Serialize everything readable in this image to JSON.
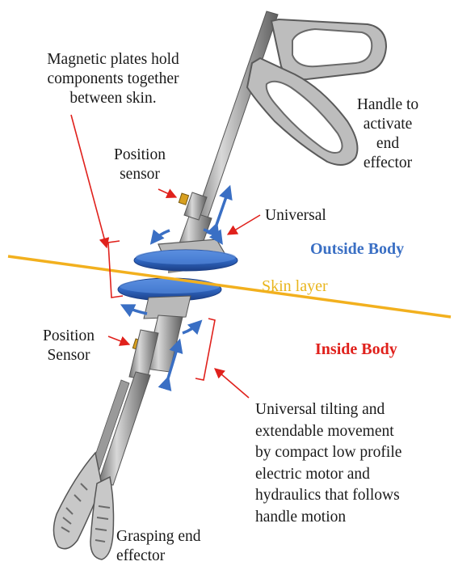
{
  "labels": {
    "magnetic_plates": [
      "Magnetic plates hold",
      "components together",
      "between skin."
    ],
    "handle": [
      "Handle to",
      "activate",
      "end",
      "effector"
    ],
    "position_sensor_top": [
      "Position",
      "sensor"
    ],
    "universal": "Universal",
    "outside_body": "Outside Body",
    "skin_layer": "Skin layer",
    "position_sensor_bottom": [
      "Position",
      "Sensor"
    ],
    "inside_body": "Inside Body",
    "universal_tilting": [
      "Universal tilting and",
      "extendable movement",
      "by compact low profile",
      "electric motor and",
      "hydraulics that follows",
      "handle motion"
    ],
    "grasping": [
      "Grasping end",
      "effector"
    ]
  },
  "colors": {
    "skin_line": "#f2b01e",
    "leader_red": "#e0211c",
    "motion_arrow_blue": "#3a6fc4",
    "magnet_plate_blue": "#2f66c2",
    "steel": "#9a9a9a",
    "outside_body_text": "#3a6fc4",
    "inside_body_text": "#e0211c",
    "skin_text": "#e9b51c"
  }
}
